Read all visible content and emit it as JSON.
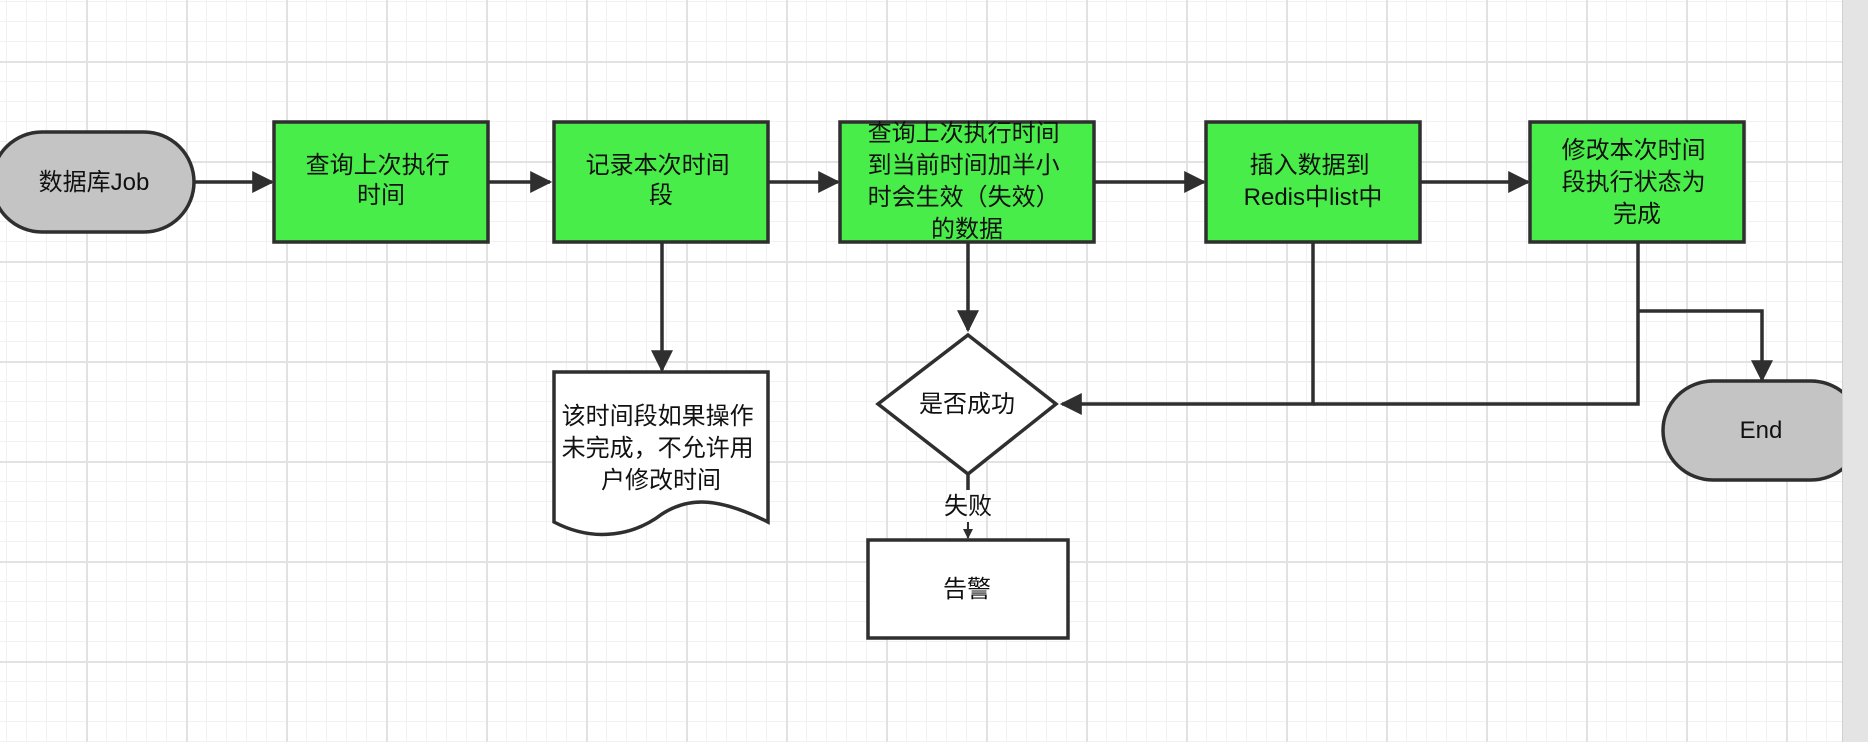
{
  "colors": {
    "process_fill": "#49ed49",
    "terminal_fill": "#c4c4c4",
    "plain_fill": "#ffffff",
    "stroke": "#2f2f2f"
  },
  "nodes": {
    "start": {
      "lines": [
        "数据库Job"
      ]
    },
    "query_last": {
      "lines": [
        "查询上次执行",
        "时间"
      ]
    },
    "record_period": {
      "lines": [
        "记录本次时间",
        "段"
      ]
    },
    "query_data": {
      "lines": [
        "查询上次执行时间",
        "到当前时间加半小",
        "时会生效（失效）",
        "的数据"
      ]
    },
    "insert_redis": {
      "lines": [
        "插入数据到",
        "Redis中list中"
      ]
    },
    "update_status": {
      "lines": [
        "修改本次时间",
        "段执行状态为",
        "完成"
      ]
    },
    "note": {
      "lines": [
        "该时间段如果操作",
        "未完成，不允许用",
        "户修改时间"
      ]
    },
    "decision": {
      "lines": [
        "是否成功"
      ]
    },
    "alarm": {
      "lines": [
        "告警"
      ]
    },
    "end": {
      "lines": [
        "End"
      ]
    }
  },
  "edge_labels": {
    "fail": "失败"
  }
}
